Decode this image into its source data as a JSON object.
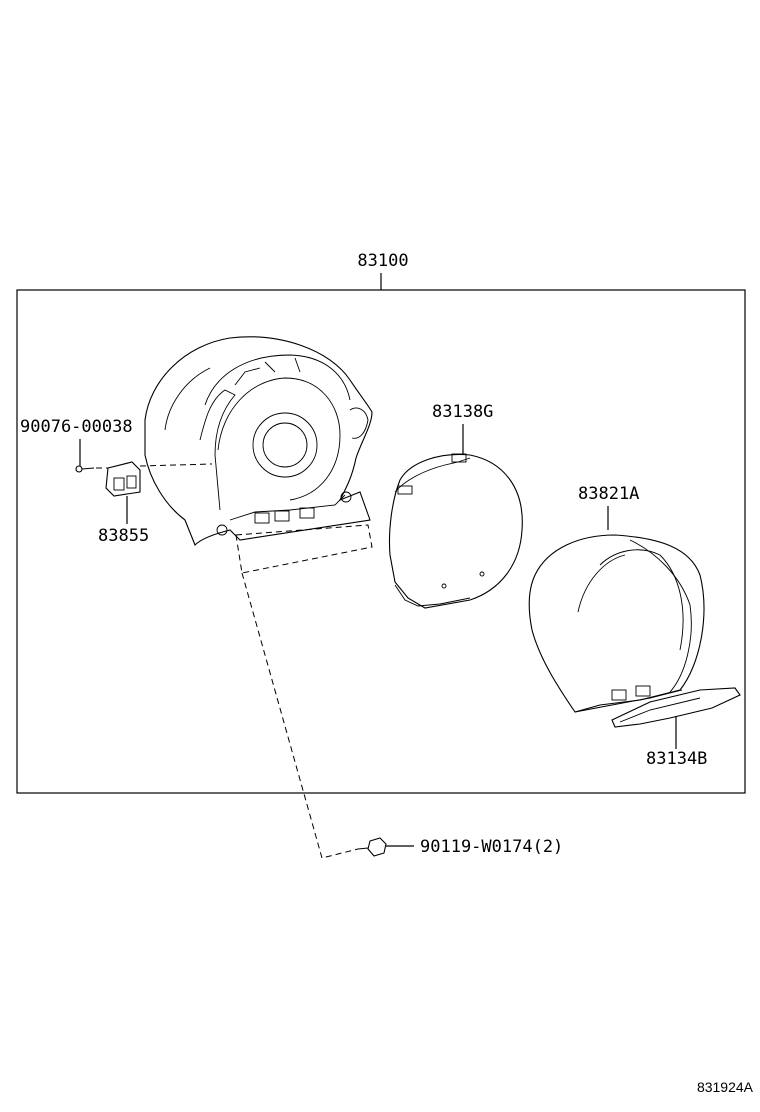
{
  "labels": {
    "assembly": "83100",
    "bracket_screw": "90076-00038",
    "cover_upper": "83138G",
    "hood": "83821A",
    "clip": "83855",
    "trim_plate": "83134B",
    "screw": "90119-W0174(2)"
  },
  "reference_id": "831924A"
}
